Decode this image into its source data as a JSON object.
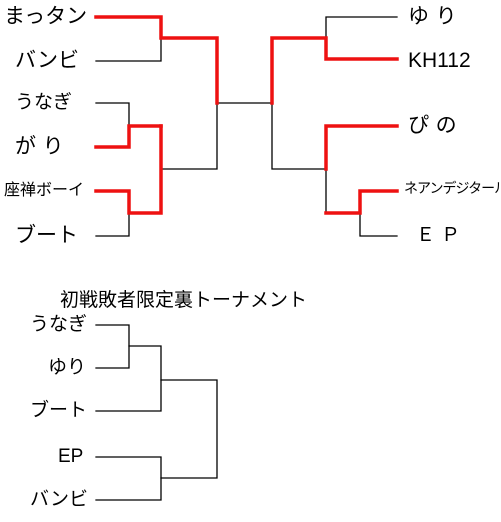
{
  "main_bracket": {
    "left": [
      "まっタン",
      "バンビ",
      "うなぎ",
      "が り",
      "座禅ボーイ",
      "ブート"
    ],
    "right": [
      "ゆ り",
      "KH112",
      "ぴ の",
      "ネアンデジタール",
      "Ｅ Ｐ"
    ]
  },
  "sub_bracket": {
    "title": "初戦敗者限定裏トーナメント",
    "players": [
      "うなぎ",
      "ゆり",
      "ブート",
      "EP",
      "バンビ"
    ]
  },
  "colors": {
    "winner_line": "#ee1111",
    "line": "#000000",
    "background": "#ffffff"
  }
}
